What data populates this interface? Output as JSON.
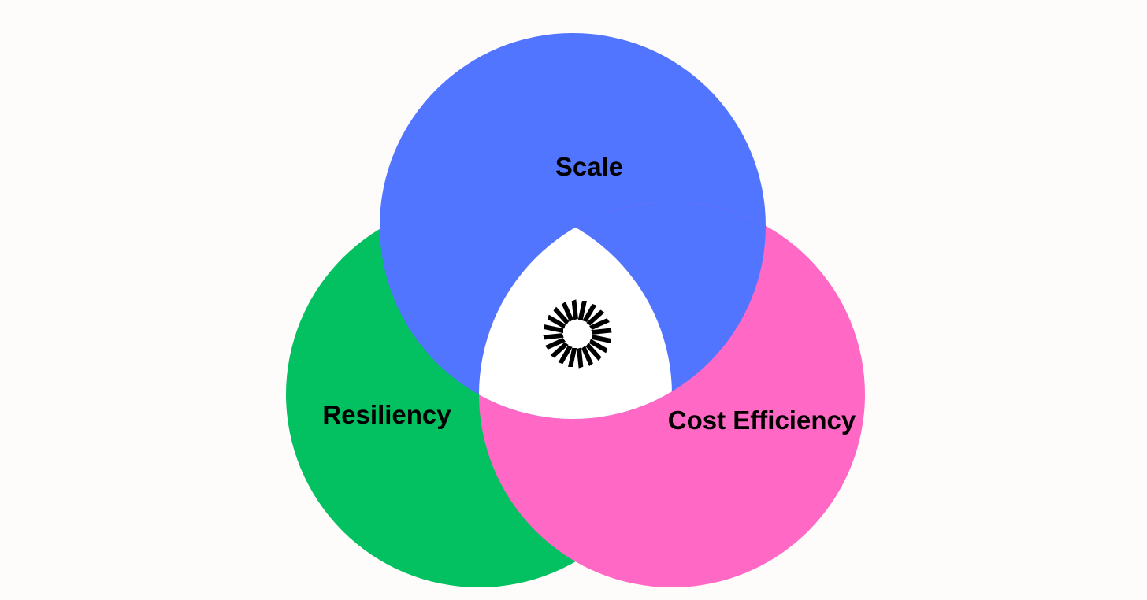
{
  "diagram": {
    "type": "venn",
    "sets": [
      {
        "id": "scale",
        "label": "Scale",
        "color": "#5275ff"
      },
      {
        "id": "resiliency",
        "label": "Resiliency",
        "color": "#03c060"
      },
      {
        "id": "cost",
        "label": "Cost Efficiency",
        "color": "#ff68c4"
      }
    ],
    "center": {
      "icon": "sunburst-logo-icon",
      "fill": "#ffffff",
      "icon_color": "#000000"
    }
  }
}
